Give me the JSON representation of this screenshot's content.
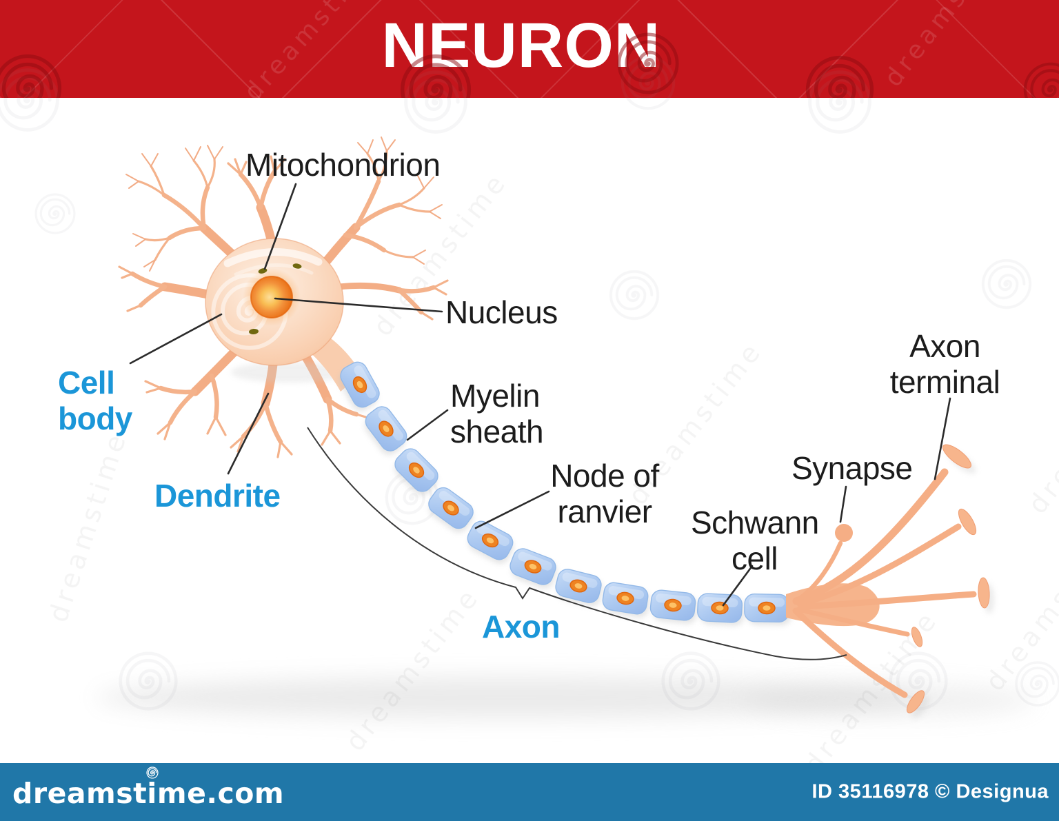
{
  "title": "NEURON",
  "labels": {
    "mitochondrion": "Mitochondrion",
    "nucleus": "Nucleus",
    "cell_body": "Cell\nbody",
    "dendrite": "Dendrite",
    "myelin_sheath": "Myelin\nsheath",
    "node_of_ranvier": "Node of\nranvier",
    "schwann_cell": "Schwann\ncell",
    "synapse": "Synapse",
    "axon": "Axon",
    "axon_terminal": "Axon\nterminal"
  },
  "watermark": {
    "brand": "dreamstime"
  },
  "footer": {
    "logo_pre": "dreamst",
    "logo_i": "i",
    "logo_post": "me.com",
    "credit": "ID 35116978 © Designua"
  },
  "colors": {
    "banner_red": "#c4151c",
    "footer_blue": "#2077a8",
    "label_blue": "#1b96d8",
    "myelin_blue": "#a9c7f0",
    "cell_peach": "#fbd8bd",
    "nucleus_orange": "#ee7a16"
  }
}
